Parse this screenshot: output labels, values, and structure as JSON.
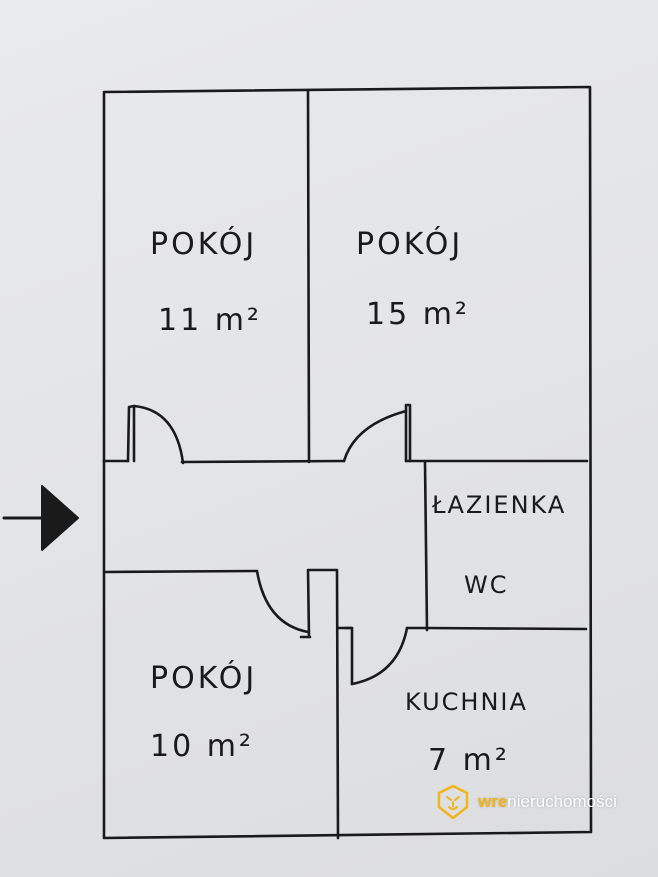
{
  "rooms": [
    {
      "id": "pokoj-11",
      "name": "POKÓJ",
      "area": "11 m²"
    },
    {
      "id": "pokoj-15",
      "name": "POKÓJ",
      "area": "15 m²"
    },
    {
      "id": "lazienka",
      "name": "ŁAZIENKA",
      "area": "WC"
    },
    {
      "id": "pokoj-10",
      "name": "POKÓJ",
      "area": "10 m²"
    },
    {
      "id": "kuchnia",
      "name": "KUCHNIA",
      "area": "7 m²"
    }
  ],
  "watermark": {
    "accent": "wre",
    "rest": "nieruchomości",
    "color": "#f2b417"
  },
  "colors": {
    "ink": "#1a1a1a",
    "paper": "#e4e5e7"
  },
  "icons": {
    "entrance": "arrow-right-icon",
    "logo": "lion-head-icon"
  }
}
